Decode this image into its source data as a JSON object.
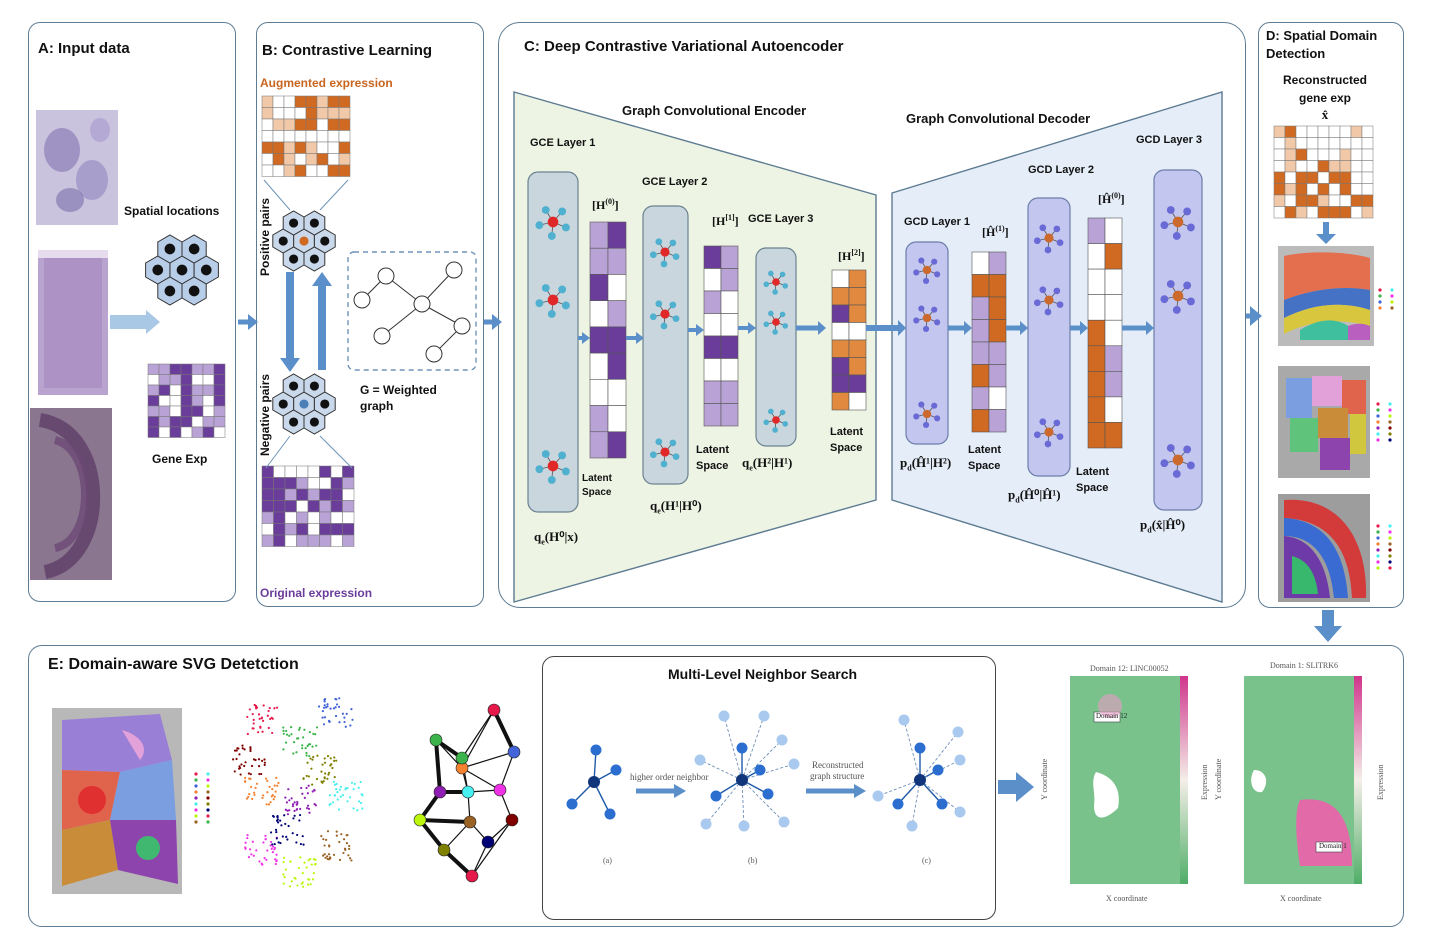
{
  "panels": {
    "a": {
      "title": "A: Input data",
      "spatial_locations": "Spatial locations",
      "gene_exp": "Gene Exp"
    },
    "b": {
      "title": "B: Contrastive Learning",
      "augmented": "Augmented expression",
      "original": "Original expression",
      "positive_pairs": "Positive pairs",
      "negative_pairs": "Negative pairs",
      "graph_line1": "G = Weighted",
      "graph_line2": "graph"
    },
    "c": {
      "title": "C: Deep Contrastive Variational Autoencoder",
      "encoder_title": "Graph Convolutional Encoder",
      "decoder_title": "Graph Convolutional Decoder",
      "gce1": "GCE Layer 1",
      "gce2": "GCE Layer 2",
      "gce3": "GCE Layer 3",
      "gcd1": "GCD Layer 1",
      "gcd2": "GCD Layer 2",
      "gcd3": "GCD Layer 3",
      "h0": "[H",
      "h0sup": "(0)",
      "h1": "[H",
      "h1sup": "[1]",
      "h2": "[H",
      "h2sup": "[2]",
      "hh1": "[Ĥ",
      "hh1sup": "(1)",
      "hh0": "[Ĥ",
      "hh0sup": "(0)",
      "latent": "Latent",
      "space": "Space",
      "q1": "q",
      "q1sub": "e",
      "q1arg": "(H⁰|x)",
      "q2": "q",
      "q2sub": "e",
      "q2arg": "(H¹|H⁰)",
      "q3": "q",
      "q3sub": "e",
      "q3arg": "(H²|H¹)",
      "p1": "p",
      "p1sub": "d",
      "p1arg": "(Ĥ¹|H²)",
      "p2": "p",
      "p2sub": "d",
      "p2arg": "(Ĥ⁰|Ĥ¹)",
      "p3": "p",
      "p3sub": "d",
      "p3arg": "(x̂|Ĥ⁰)"
    },
    "d": {
      "title_line1": "D: Spatial Domain",
      "title_line2": "Detection",
      "recon_line1": "Reconstructed",
      "recon_line2": "gene exp",
      "xhat": "x̂"
    },
    "e": {
      "title": "E: Domain-aware SVG Detetction",
      "search_title": "Multi-Level Neighbor Search",
      "higher_order": "higher order neighbor",
      "recon_graph_line1": "Reconstructed",
      "recon_graph_line2": "graph structure",
      "sub_a": "(a)",
      "sub_b": "(b)",
      "sub_c": "(c)",
      "map1_title": "Domain 12: LINC00052",
      "map2_title": "Domain 1: SLITRK6",
      "map1_label": "Domain 12",
      "map2_label": "Domain 1",
      "y_axis": "Y coordinate",
      "x_axis": "X coordinate",
      "cbar_label": "Expression"
    }
  },
  "colors": {
    "orange": "#d06a22",
    "purple": "#6a3d9a",
    "lightpurple": "#b9a3d6",
    "blue": "#5a8fc8",
    "encoder_bg": "#eef4e4",
    "decoder_bg": "#e4edf8",
    "green": "#6dbf86",
    "pink": "#e36aa8"
  }
}
